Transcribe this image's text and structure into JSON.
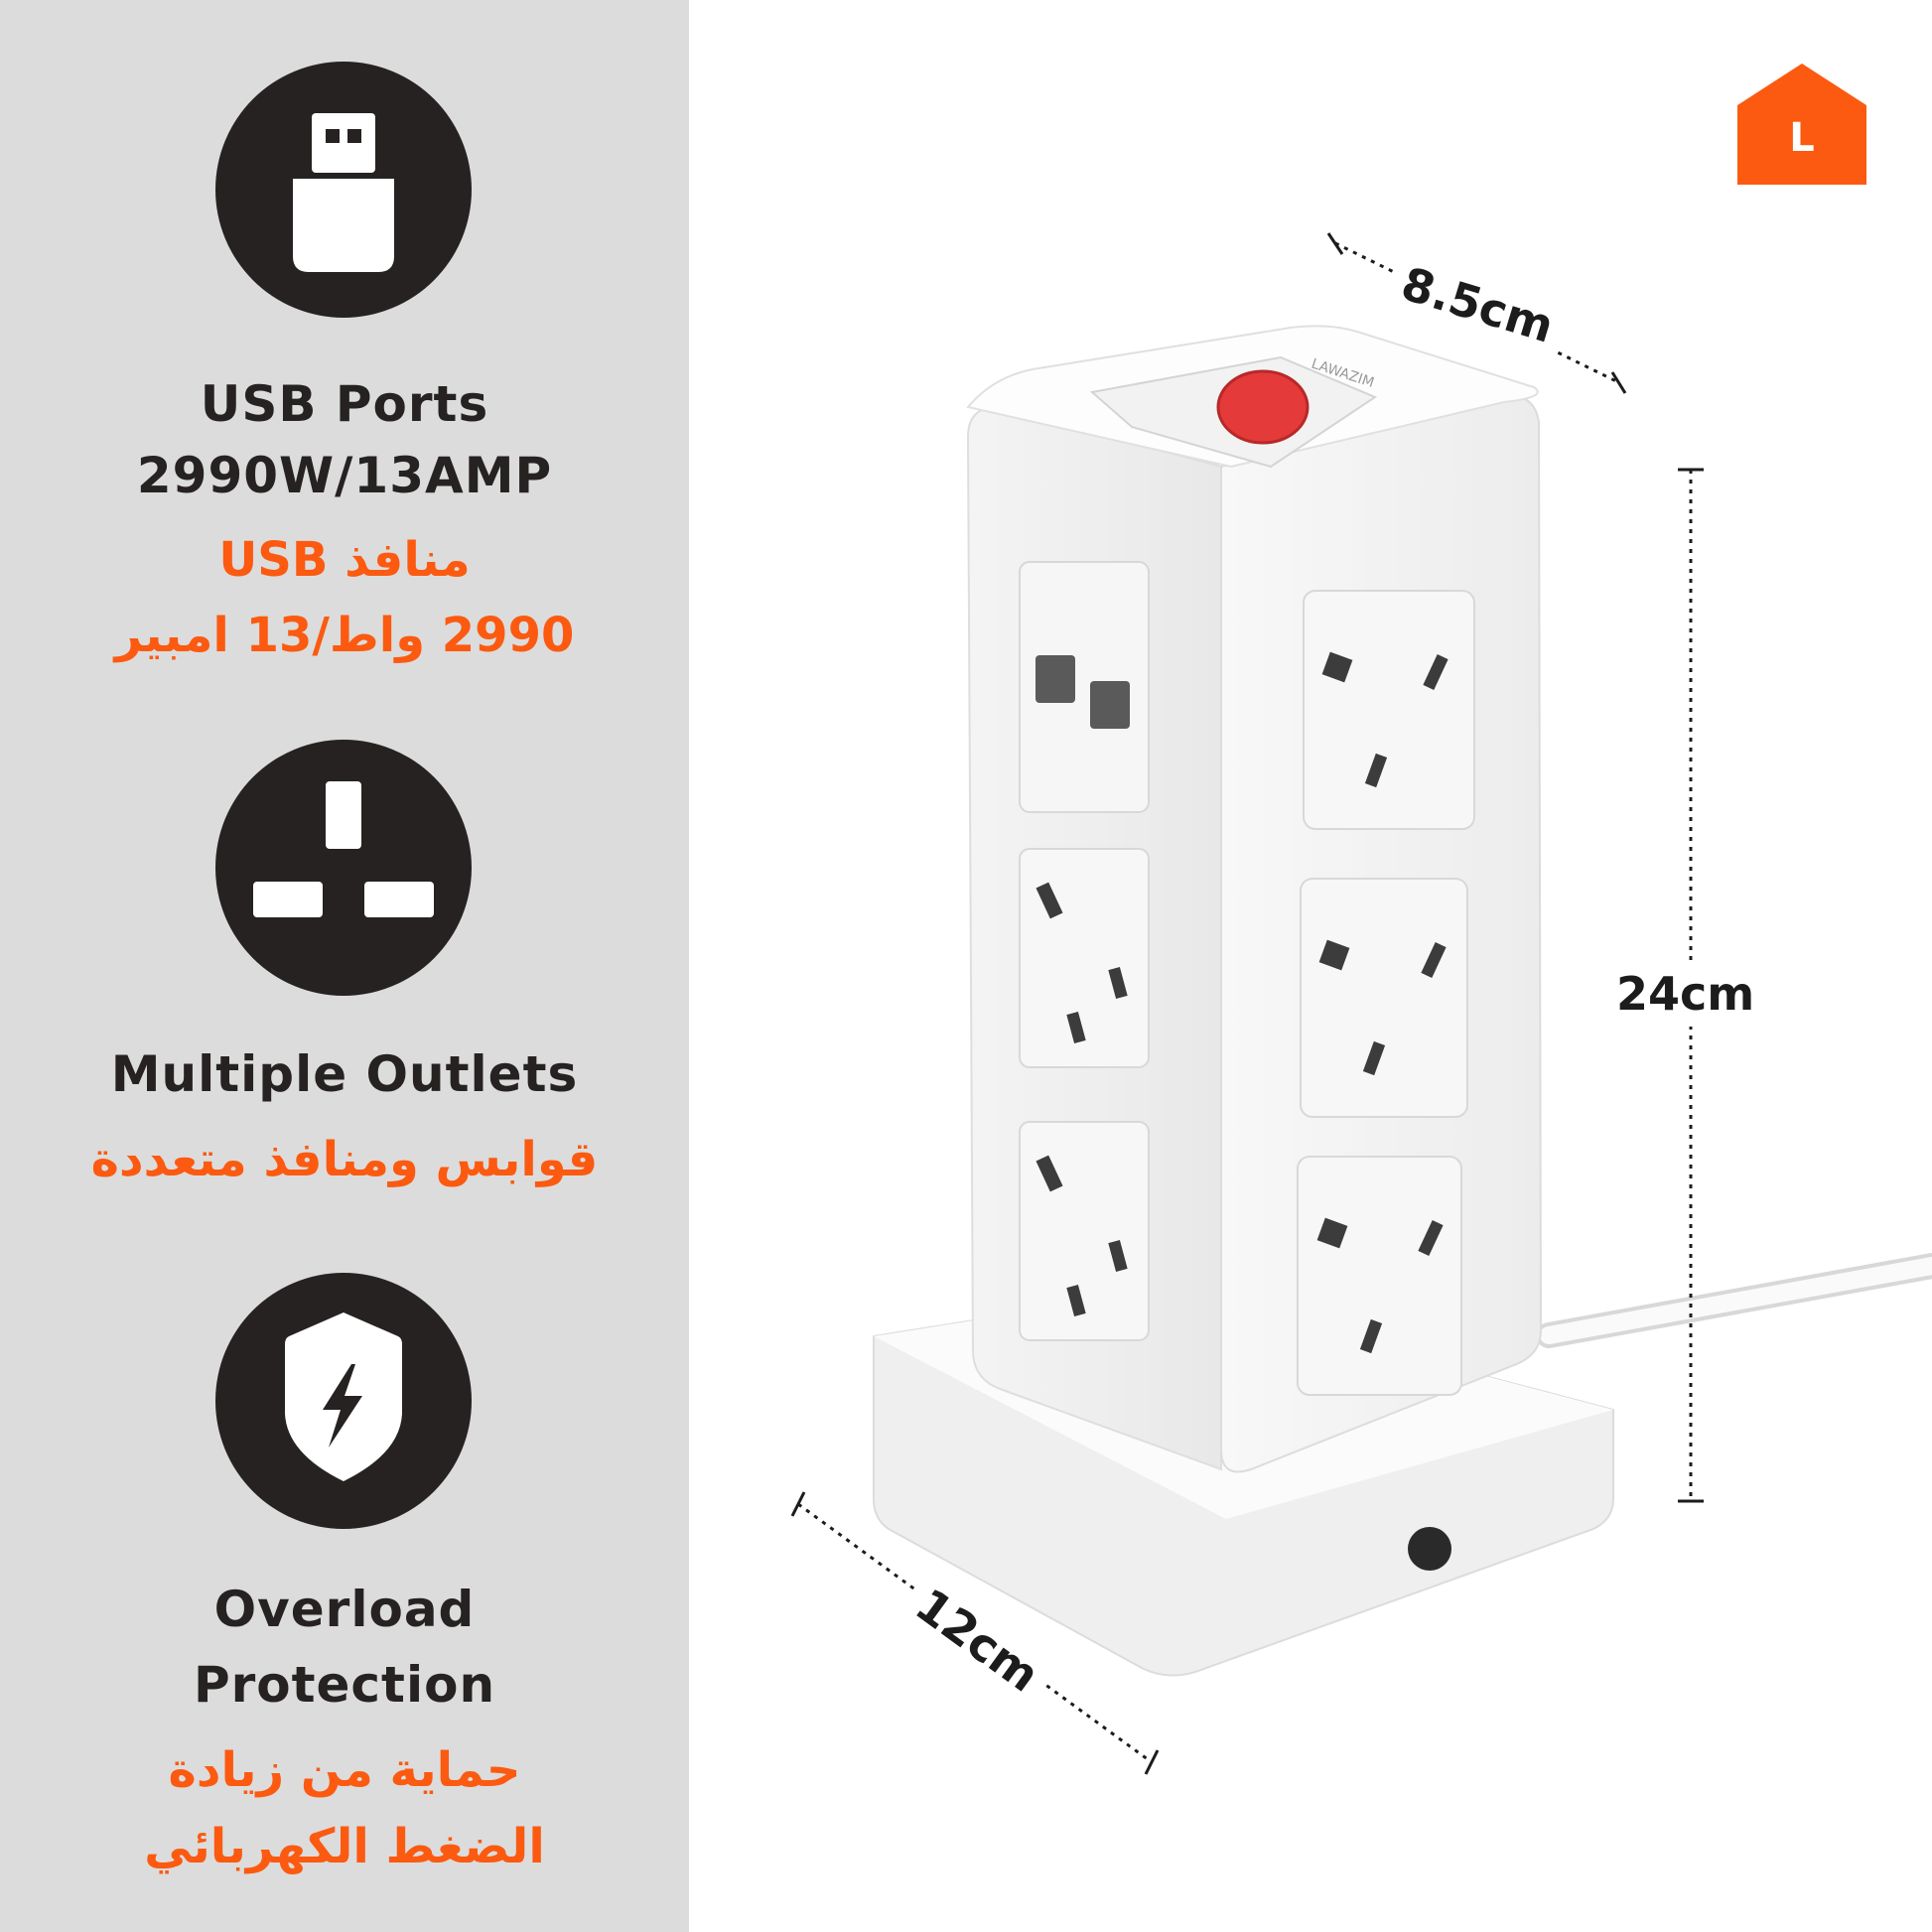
{
  "brand": {
    "logo_letter": "L",
    "device_label": "LAWAZIM",
    "accent_color": "#fb5a10",
    "dark_color": "#262222"
  },
  "features": [
    {
      "icon": "usb-icon",
      "title_lines": [
        "USB Ports",
        "2990W/13AMP"
      ],
      "arabic_lines": [
        "منافذ USB",
        "2990 واط/13 امبير"
      ]
    },
    {
      "icon": "plug-icon",
      "title_lines": [
        "Multiple Outlets"
      ],
      "arabic_lines": [
        "قوابس ومنافذ متعددة"
      ]
    },
    {
      "icon": "shield-bolt-icon",
      "title_lines": [
        "Overload",
        "Protection"
      ],
      "arabic_lines": [
        "حماية من زيادة",
        "الضغط الكهربائي"
      ]
    }
  ],
  "dimensions": {
    "width": "8.5cm",
    "height": "24cm",
    "depth": "12cm"
  }
}
